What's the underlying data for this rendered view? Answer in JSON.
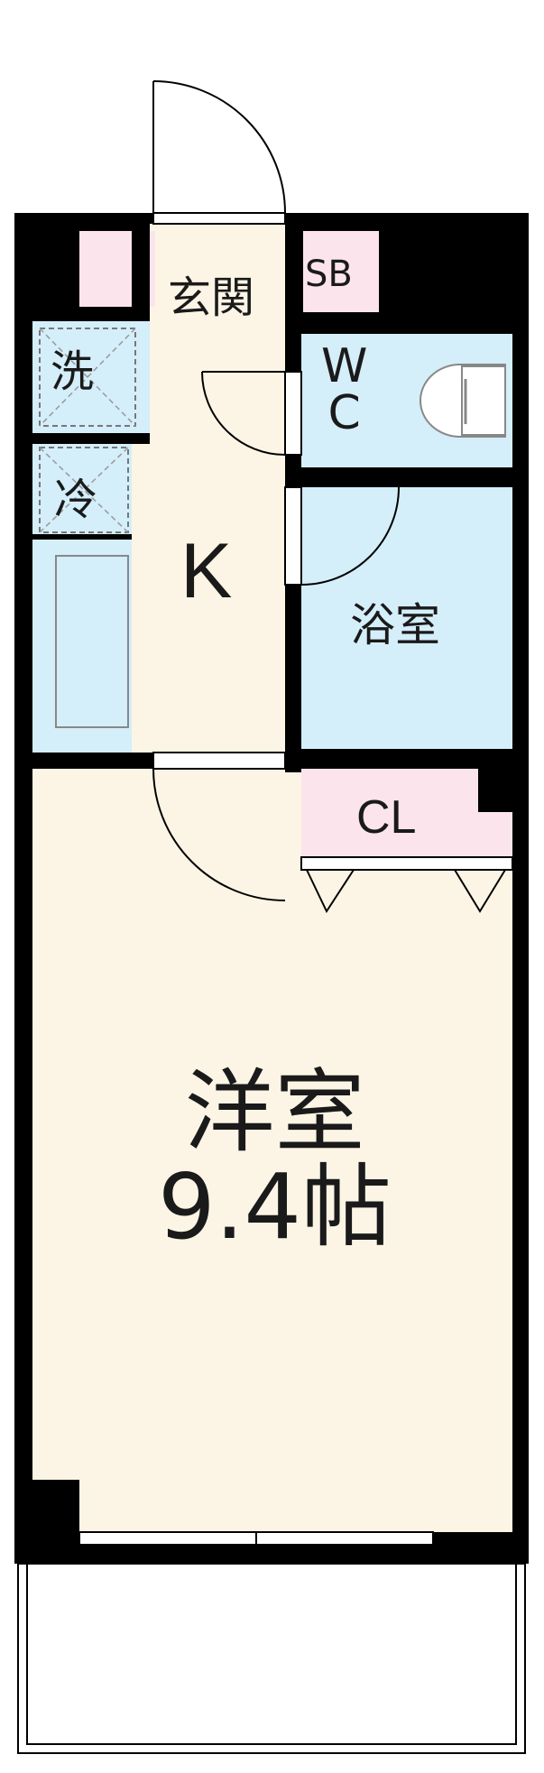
{
  "rooms": {
    "genkan": "玄関",
    "sb": "SB",
    "wc_line1": "W",
    "wc_line2": "C",
    "washer": "洗",
    "fridge": "冷",
    "kitchen": "K",
    "bath": "浴室",
    "closet": "CL",
    "main_name": "洋室",
    "main_size": "9.4帖"
  },
  "colors": {
    "wall": "#000000",
    "floor": "#fcf5e5",
    "wet_area": "#d4eefa",
    "storage": "#fce4ec",
    "balcony": "#ffffff"
  }
}
